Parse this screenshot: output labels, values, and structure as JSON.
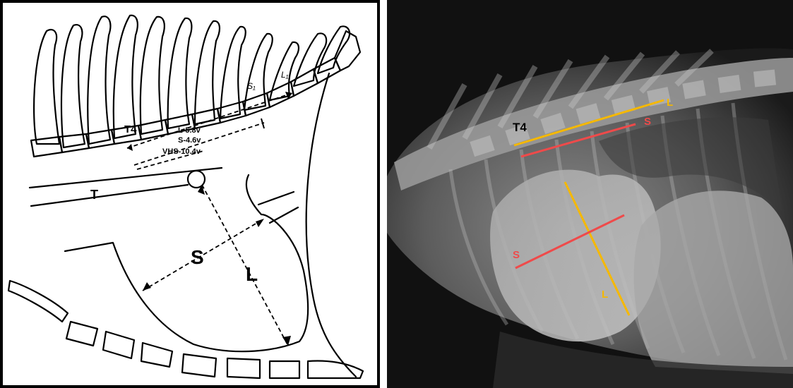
{
  "left_diagram": {
    "labels": {
      "t4": "T4",
      "s1": "S₁",
      "l1": "L₁",
      "l_measure": "L-5.8v",
      "s_measure": "S-4.6v",
      "vhs_measure": "VHS-10.4v",
      "trachea": "T",
      "short_axis": "S",
      "long_axis": "L"
    }
  },
  "right_radiograph": {
    "labels": {
      "t4": "T4",
      "l_top": "L",
      "s_top": "S",
      "s_heart": "S",
      "l_heart": "L"
    },
    "colors": {
      "long_axis": "#f5b800",
      "short_axis": "#ef4a4a",
      "t4_text": "#000000"
    }
  }
}
